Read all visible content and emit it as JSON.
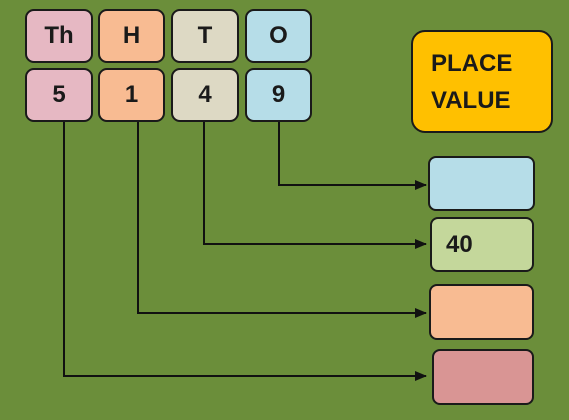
{
  "title": {
    "line1": "PLACE",
    "line2": "VALUE",
    "color": "#ffc000"
  },
  "headers": [
    "Th",
    "H",
    "T",
    "O"
  ],
  "digits": [
    "5",
    "1",
    "4",
    "9"
  ],
  "answers": [
    "",
    "40",
    "",
    ""
  ],
  "colors": {
    "background": "#6b8e3a",
    "thousands": "#e6b8c3",
    "hundreds": "#f8bb92",
    "tens": "#ddd9c4",
    "ones": "#b6dde8",
    "answer_ones": "#b6dde8",
    "answer_tens": "#c4d79b",
    "answer_hundreds": "#f8bb92",
    "answer_thousands": "#d99594"
  }
}
